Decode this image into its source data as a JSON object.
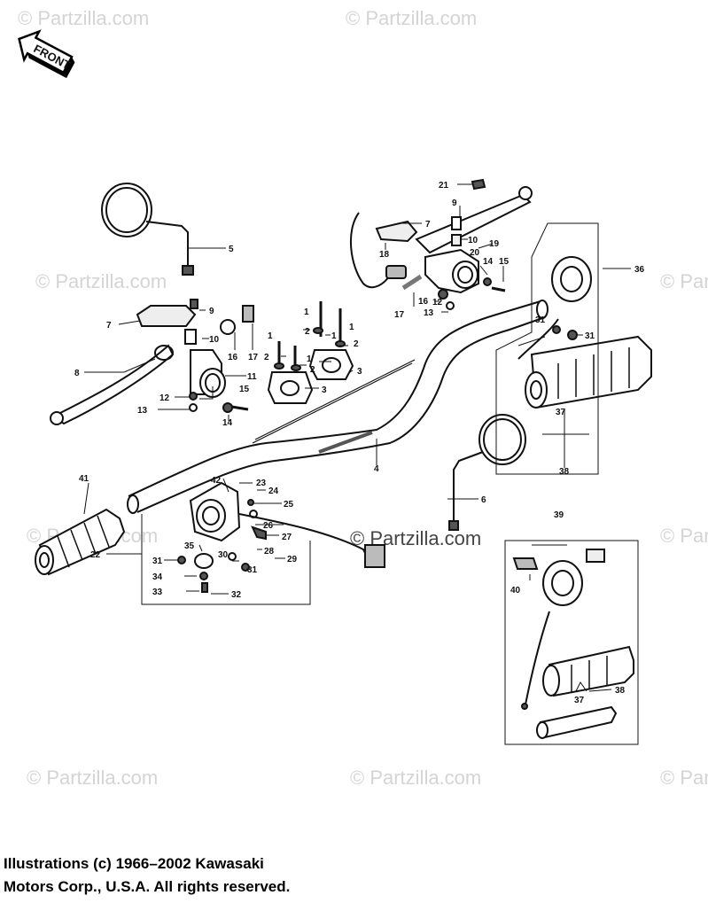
{
  "front_label": "FRONT",
  "watermark": "© Partzilla.com",
  "copyright": {
    "line1": "Illustrations (c) 1966–2002 Kawasaki",
    "line2": "Motors Corp., U.S.A.  All rights reserved."
  },
  "callouts": [
    "1",
    "2",
    "3",
    "4",
    "5",
    "6",
    "7",
    "8",
    "9",
    "10",
    "11",
    "12",
    "13",
    "14",
    "15",
    "16",
    "17",
    "18",
    "19",
    "20",
    "21",
    "22",
    "23",
    "24",
    "25",
    "26",
    "27",
    "28",
    "29",
    "30",
    "31",
    "32",
    "33",
    "34",
    "35",
    "36",
    "37",
    "38",
    "39",
    "40",
    "41",
    "42"
  ]
}
